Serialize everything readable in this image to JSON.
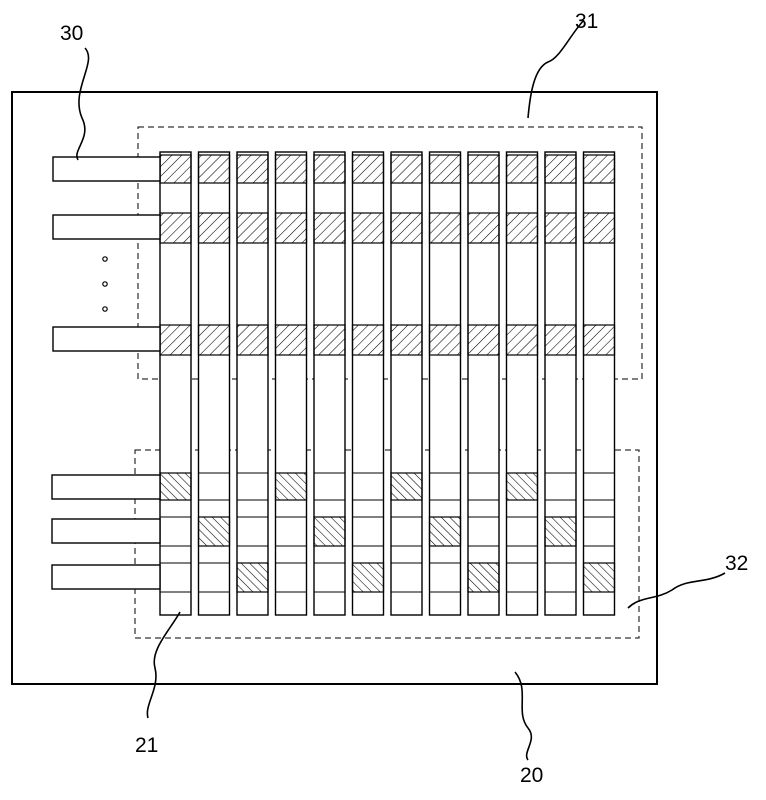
{
  "labels": {
    "substrate": "20",
    "strip": "21",
    "lead": "30",
    "upper_region": "31",
    "lower_region": "32"
  },
  "colors": {
    "line": "#000000",
    "background": "#ffffff"
  },
  "structure": {
    "columns": 12,
    "upper_leads": 3,
    "lower_leads": 3,
    "continuation_dots": 3,
    "upper_hatched_rows": "all columns",
    "lower_row_1_hatched_columns": [
      1,
      4,
      7,
      10
    ],
    "lower_row_2_hatched_columns": [
      2,
      5,
      8,
      11
    ],
    "lower_row_3_hatched_columns": [
      3,
      6,
      9,
      12
    ]
  }
}
